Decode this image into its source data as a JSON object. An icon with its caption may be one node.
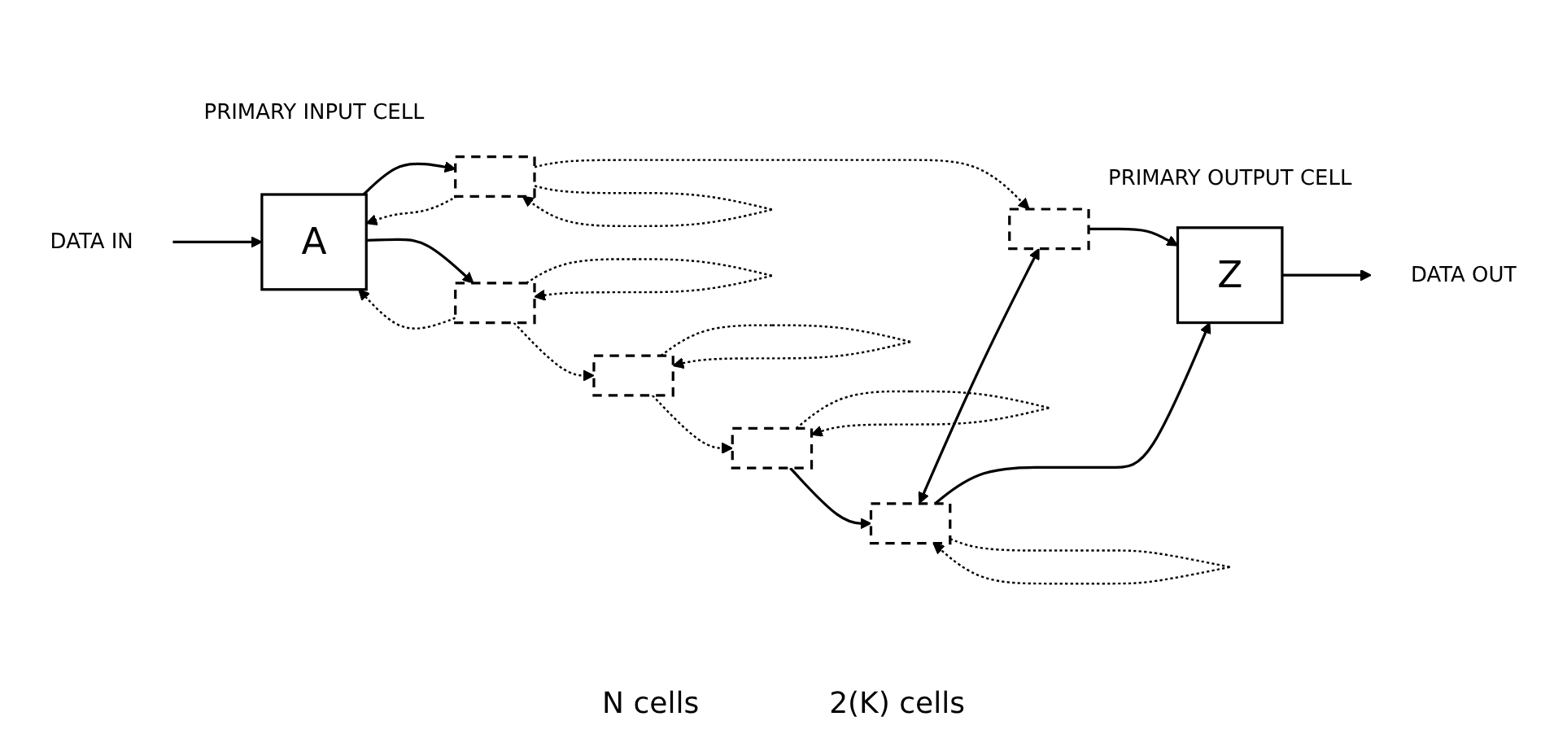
{
  "diagram": {
    "nodes": [
      {
        "text": [
          "DATA IN"
        ]
      },
      {
        "text": [
          "A"
        ],
        "beside": [
          "PRIMARY INPUT CELL"
        ]
      },
      {
        "text": [],
        "shape": "box"
      },
      {
        "text": [],
        "shape": "box"
      },
      {
        "text": [],
        "shape": "box"
      },
      {
        "text": [],
        "shape": "box"
      },
      {
        "text": [],
        "shape": "box"
      },
      {
        "text": [],
        "shape": "box"
      },
      {
        "text": [
          "Z"
        ],
        "beside": [
          "PRIMARY OUTPUT CELL"
        ]
      },
      {
        "text": [
          "DATA OUT"
        ]
      }
    ],
    "edges": [
      {
        "from": 0,
        "to": 1,
        "arrow": "to"
      },
      {
        "from": 1,
        "to": 2,
        "arrow": "to"
      },
      {
        "from": 1,
        "to": 4,
        "arrow": "to"
      },
      {
        "from": 2,
        "to": 3,
        "arrow": "to",
        "style": "dashed"
      },
      {
        "from": 3,
        "to": 8,
        "arrow": "to"
      },
      {
        "from": 4,
        "to": 5,
        "arrow": "to",
        "style": "dashed"
      },
      {
        "from": 5,
        "to": 6,
        "arrow": "to",
        "style": "dashed"
      },
      {
        "from": 6,
        "to": 7,
        "arrow": "to"
      },
      {
        "from": 7,
        "to": 8,
        "arrow": "to"
      },
      {
        "from": 8,
        "to": 9,
        "arrow": "to"
      },
      {
        "from": 7,
        "to": 3,
        "arrow": "both"
      },
      {
        "from": 2,
        "to": 1,
        "arrow": "to",
        "style": "dashed"
      },
      {
        "from": 4,
        "to": 1,
        "arrow": "to",
        "style": "dashed"
      },
      {
        "from": 2,
        "to": 2,
        "arrow": "to",
        "style": "dashed"
      },
      {
        "from": 4,
        "to": 4,
        "arrow": "to",
        "style": "dashed"
      },
      {
        "from": 5,
        "to": 5,
        "arrow": "to",
        "style": "dashed"
      },
      {
        "from": 6,
        "to": 6,
        "arrow": "to",
        "style": "dashed"
      },
      {
        "from": 7,
        "to": 7,
        "arrow": "to",
        "style": "dashed"
      }
    ],
    "labels": [
      "N cells",
      "2(K) cells"
    ]
  }
}
